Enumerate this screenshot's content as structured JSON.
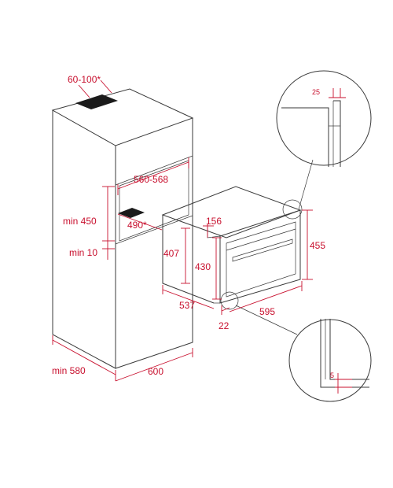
{
  "colors": {
    "dimension": "#c8102e",
    "line": "#3a3a3a",
    "vent": "#1b1b1b"
  },
  "dimensions": {
    "vent_gap": "60-100*",
    "niche_width": "560-568",
    "cabinet_height_min": "min 450",
    "floor_gap_min": "min 10",
    "niche_depth": "490*",
    "oven_top_depth": "156",
    "oven_height_total": "407",
    "oven_height_inner": "430",
    "oven_height_front": "455",
    "oven_depth": "537",
    "front_offset": "22",
    "oven_width": "595",
    "cabinet_depth_min": "min 580",
    "cabinet_width": "600",
    "detail_top_gap": "25",
    "detail_bottom_gap": "5"
  }
}
